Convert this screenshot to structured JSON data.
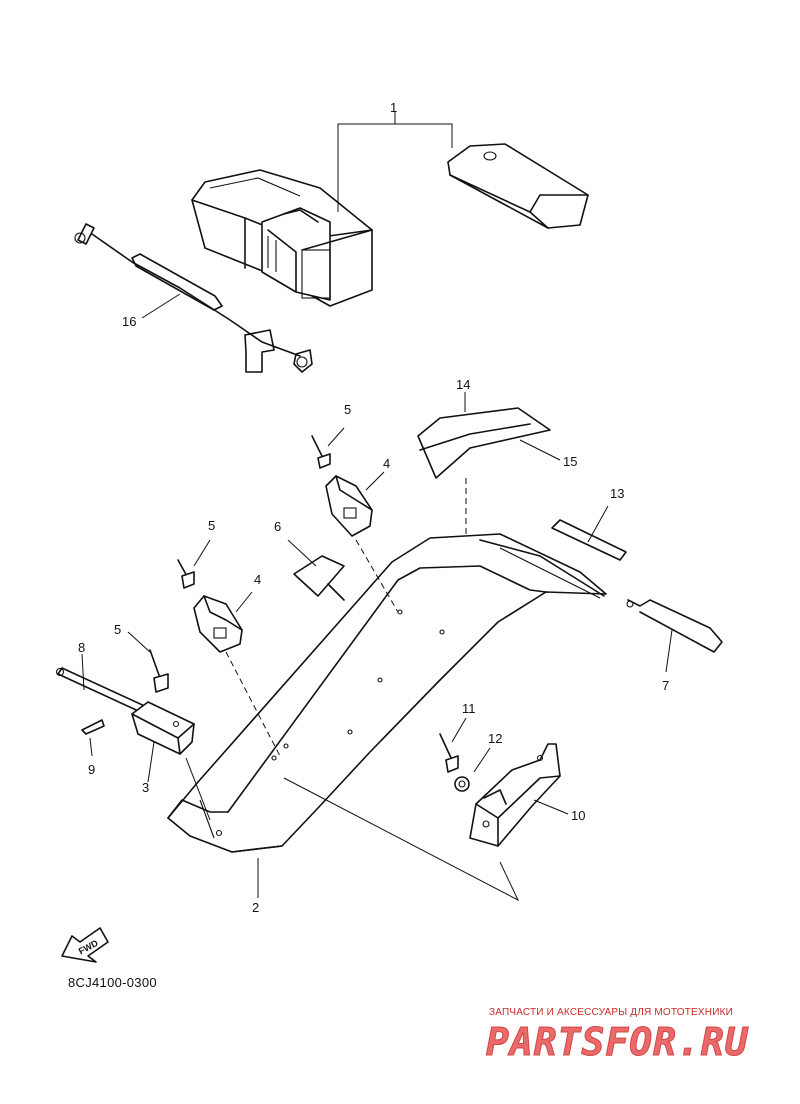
{
  "callouts": {
    "c1": "1",
    "c16": "16",
    "c14": "14",
    "c15": "15",
    "c5a": "5",
    "c4a": "4",
    "c13": "13",
    "c5b": "5",
    "c6": "6",
    "c4b": "4",
    "c5c": "5",
    "c8": "8",
    "c7": "7",
    "c9": "9",
    "c3": "3",
    "c11": "11",
    "c12": "12",
    "c10": "10",
    "c2": "2"
  },
  "fwd_label": "FWD",
  "document_code": "8CJ4100-0300",
  "watermark": {
    "tagline": "ЗАПЧАСТИ И АКСЕССУАРЫ ДЛЯ МОТОТЕХНИКИ",
    "brand": "PARTSFOR.RU",
    "color": "#e05555"
  }
}
